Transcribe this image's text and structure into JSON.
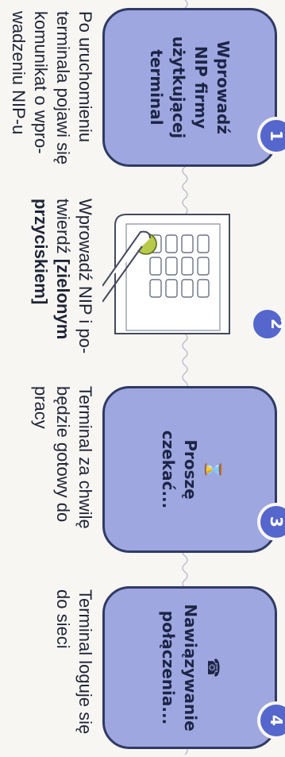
{
  "steps": [
    {
      "number": "1",
      "card_lines": [
        "Wprowadź NIP firmy",
        "użytkującej terminal"
      ],
      "description_lines": [
        "Po uruchomieniu",
        "terminala pojawi się",
        "komunikat o wpro-",
        "wadzeniu NIP-u"
      ]
    },
    {
      "number": "2",
      "description_lines": [
        "Wprowadź NIP i po-",
        "twierdź "
      ],
      "description_bold_lines": [
        "[zielonym",
        "przyciskiem]"
      ]
    },
    {
      "number": "3",
      "icon": "hourglass-icon",
      "card_lines": [
        "Proszę czekać..."
      ],
      "description_lines": [
        "Terminal za chwilę",
        "będzie gotowy do",
        "pracy"
      ]
    },
    {
      "number": "4",
      "icon": "telephone-icon",
      "card_lines": [
        "Nawiązywanie",
        "połączenia..."
      ],
      "description_lines": [
        "Terminal loguje się",
        "do sieci"
      ]
    }
  ],
  "colors": {
    "card_fill": "#9fa7e0",
    "card_border": "#2f3b63",
    "badge": "#5566cc",
    "terminal_button": "#b9c94a"
  }
}
